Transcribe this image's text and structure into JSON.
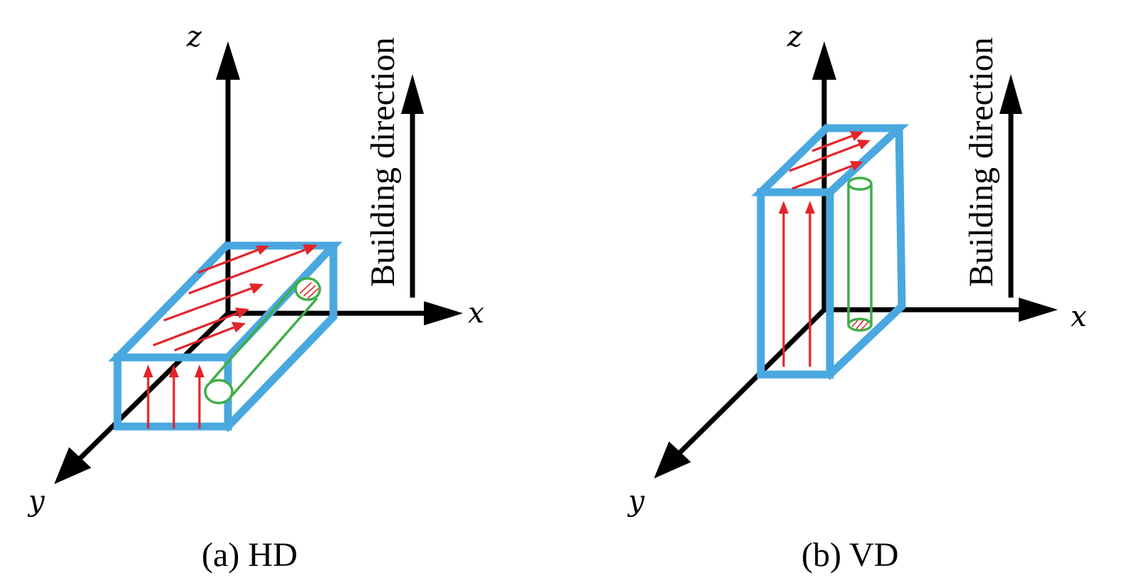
{
  "panels": [
    {
      "caption": "(a) HD",
      "axis_x": "x",
      "axis_y": "y",
      "axis_z": "z",
      "direction_label": "Building direction"
    },
    {
      "caption": "(b) VD",
      "axis_x": "x",
      "axis_y": "y",
      "axis_z": "z",
      "direction_label": "Building direction"
    }
  ],
  "colors": {
    "specimen_outline": "#4aa8e0",
    "grain_arrows": "#e3242b",
    "cylinder": "#3fae49",
    "axes": "#000000"
  }
}
